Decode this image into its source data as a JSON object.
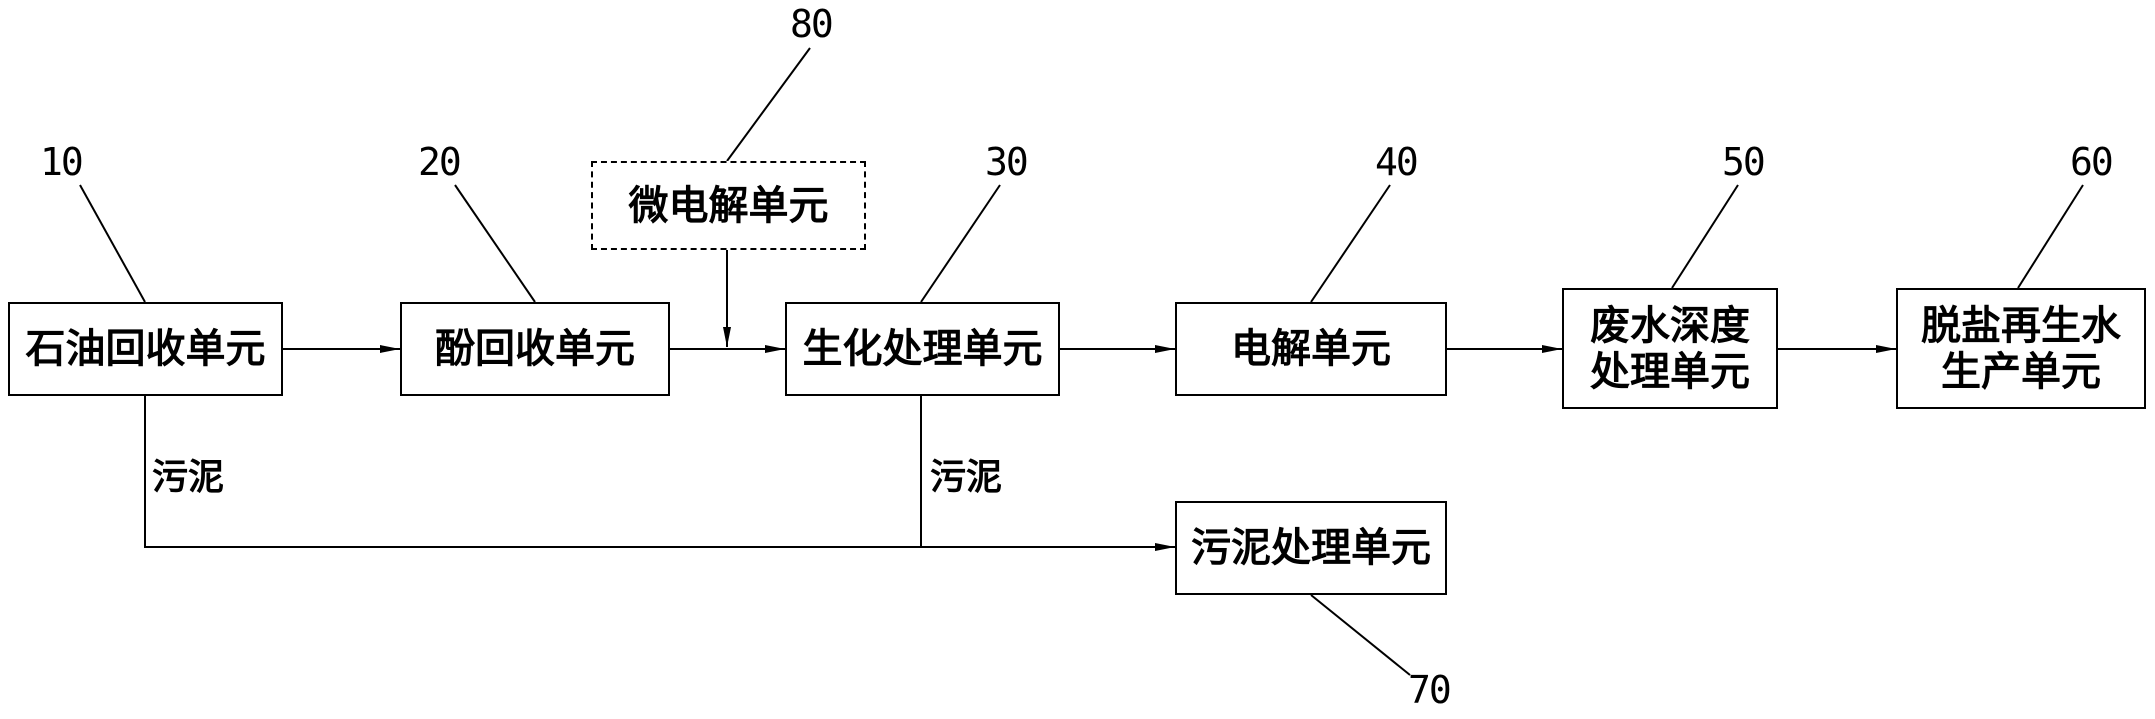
{
  "units": {
    "u10": {
      "label": "石油回收单元",
      "ref": "10"
    },
    "u20": {
      "label": "酚回收单元",
      "ref": "20"
    },
    "u30": {
      "label": "生化处理单元",
      "ref": "30"
    },
    "u40": {
      "label": "电解单元",
      "ref": "40"
    },
    "u50": {
      "line1": "废水深度",
      "line2": "处理单元",
      "ref": "50"
    },
    "u60": {
      "line1": "脱盐再生水",
      "line2": "生产单元",
      "ref": "60"
    },
    "u70": {
      "label": "污泥处理单元",
      "ref": "70"
    },
    "u80": {
      "label": "微电解单元",
      "ref": "80"
    }
  },
  "flow_labels": {
    "sludge_left": "污泥",
    "sludge_mid": "污泥"
  },
  "colors": {
    "line": "#000000",
    "background": "#ffffff"
  }
}
